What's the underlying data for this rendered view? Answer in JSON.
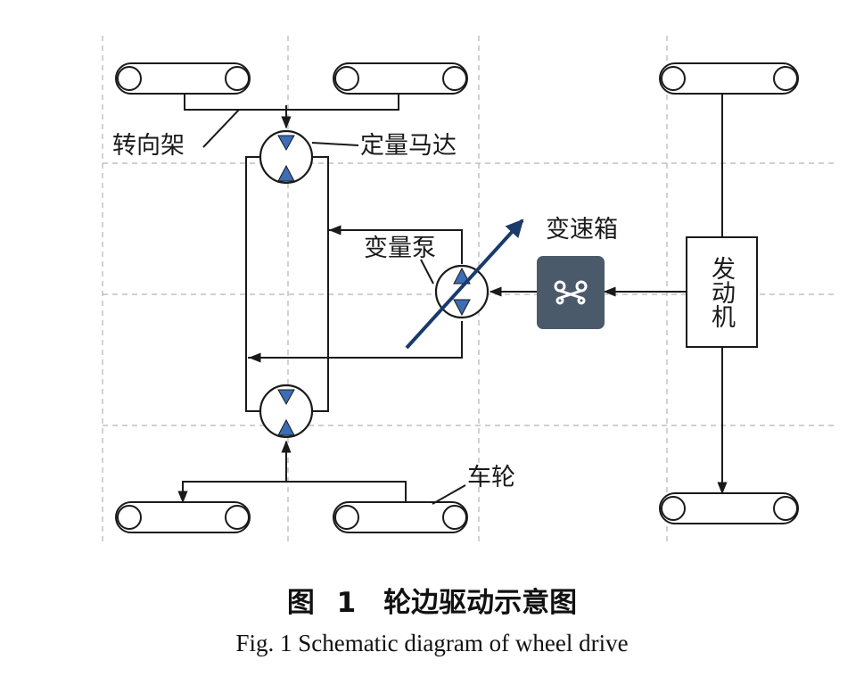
{
  "labels": {
    "steering_frame": "转向架",
    "fixed_motor": "定量马达",
    "variable_pump": "变量泵",
    "gearbox": "变速箱",
    "engine": "发动机",
    "wheel": "车轮"
  },
  "caption": {
    "chinese": "图 1　轮边驱动示意图",
    "english": "Fig. 1 Schematic diagram of wheel drive"
  },
  "colors": {
    "line": "#1a1a1a",
    "grid": "#b3b3b3",
    "arrow_blue": "#3c6db5",
    "gearbox_fill": "#4a5a6b"
  },
  "icons": {
    "gearbox": "transmission-icon"
  }
}
